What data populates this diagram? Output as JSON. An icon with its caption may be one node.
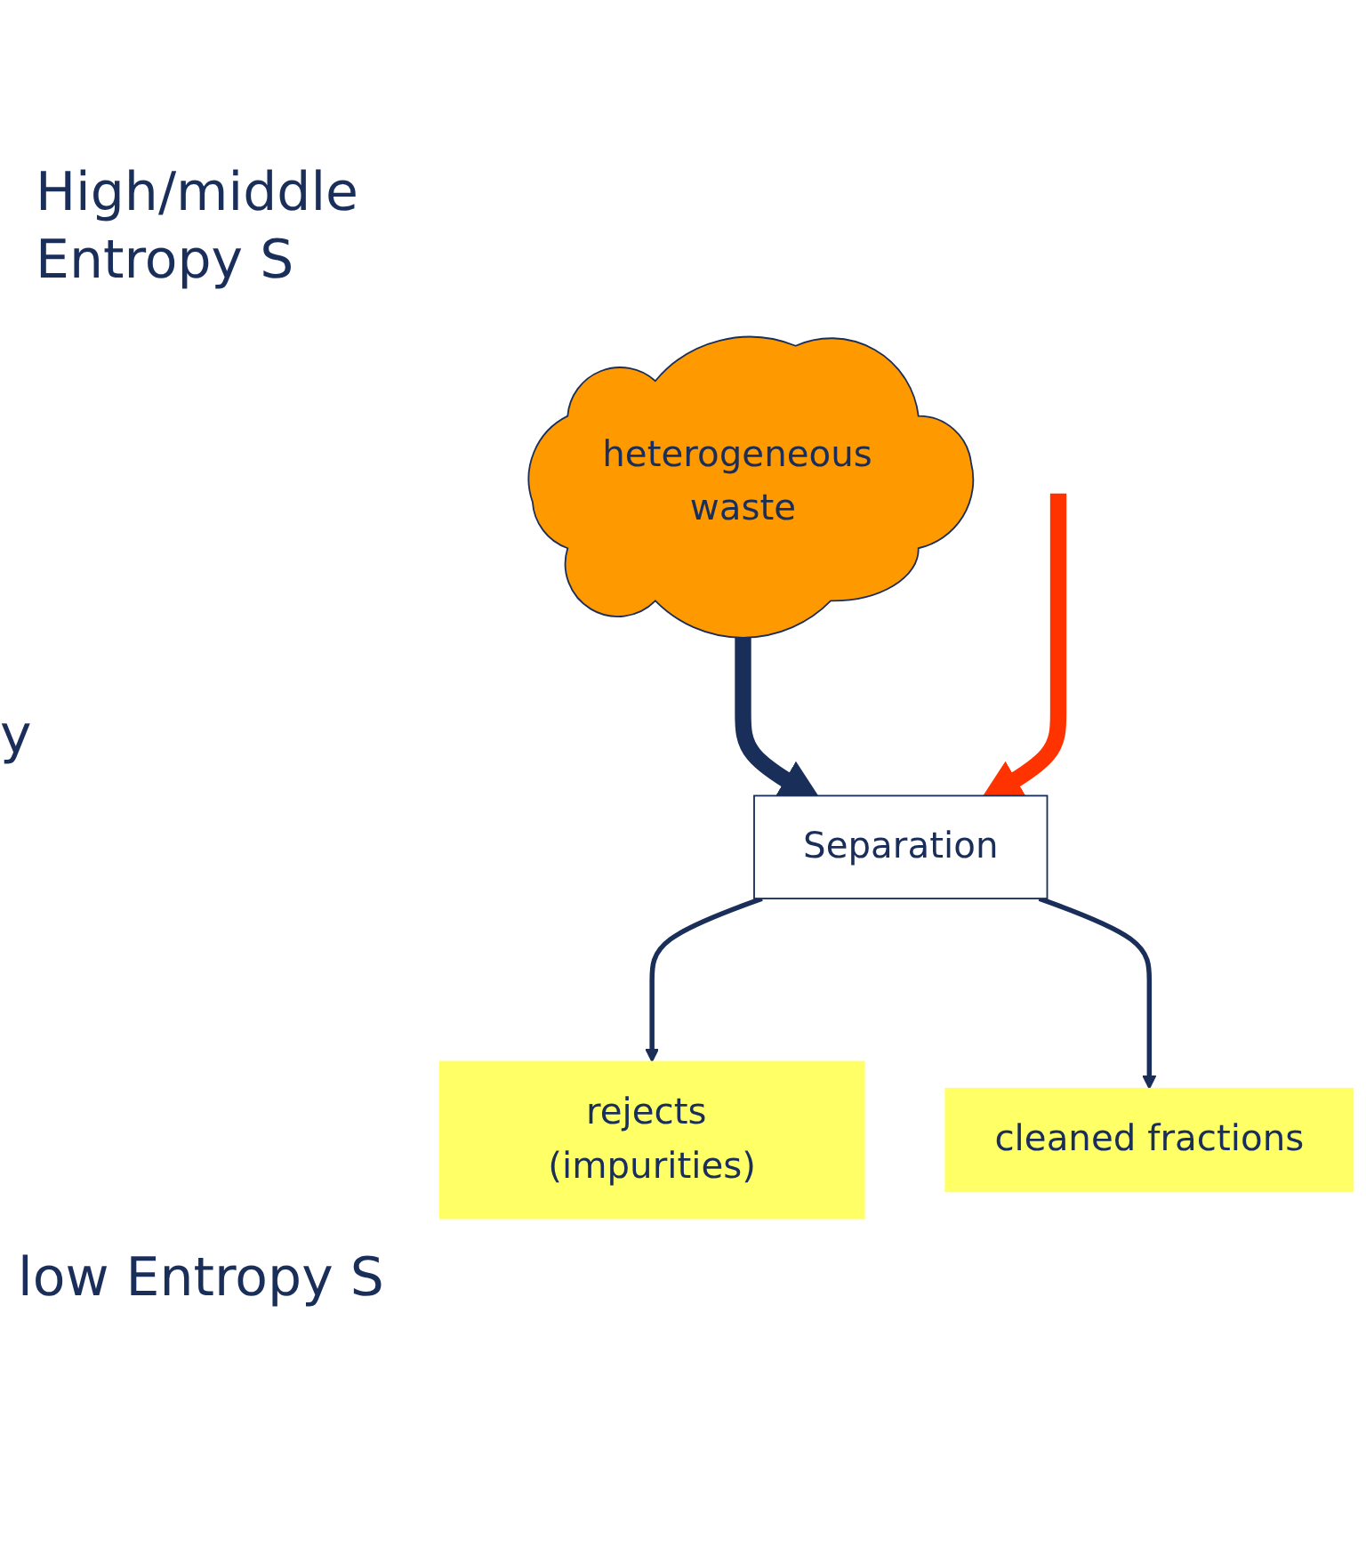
{
  "diagram": {
    "nodes": [
      {
        "text": [
          "heterogeneous waste"
        ]
      },
      {
        "text": [
          "Separation"
        ]
      },
      {
        "text": [
          "rejects (impurities)"
        ]
      },
      {
        "text": [
          "cleaned fractions"
        ]
      }
    ],
    "edges": [
      {
        "from": 0,
        "to": 1,
        "arrow": "to",
        "style": "thick"
      },
      {
        "from": null,
        "to": 1,
        "arrow": "to",
        "style": "thick",
        "color": "#ff3300"
      },
      {
        "from": 1,
        "to": 2,
        "arrow": "to"
      },
      {
        "from": 1,
        "to": 3,
        "arrow": "to"
      }
    ],
    "labels": [
      "High/middle Entropy S",
      "y",
      "low Entropy S"
    ]
  }
}
